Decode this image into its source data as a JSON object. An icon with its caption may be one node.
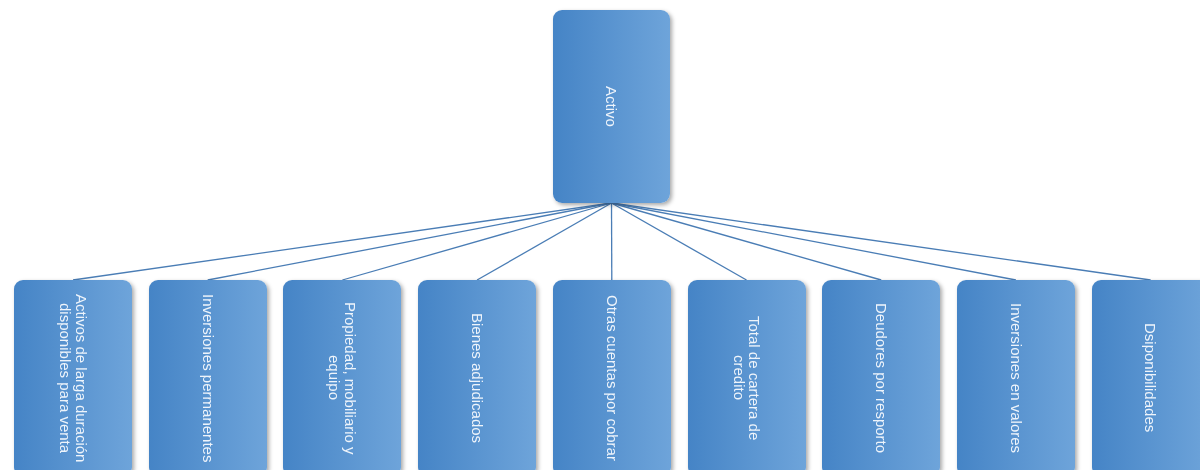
{
  "diagram": {
    "nodes": [
      {
        "text": [
          "Activo"
        ]
      },
      {
        "text": [
          "Activos de larga duración disponibles para venta"
        ]
      },
      {
        "text": [
          "Inversiones permanentes"
        ]
      },
      {
        "text": [
          "Propiedad, mobiliario y equipo"
        ]
      },
      {
        "text": [
          "Bienes adjudicados"
        ]
      },
      {
        "text": [
          "Otras cuentas por cobrar"
        ]
      },
      {
        "text": [
          "Total de cartera de credito"
        ]
      },
      {
        "text": [
          "Deudores por resporto"
        ]
      },
      {
        "text": [
          "Inversiones en valores"
        ]
      },
      {
        "text": [
          "Dsiponibilidades"
        ]
      }
    ],
    "edges": [
      {
        "from": 0,
        "to": 1,
        "arrow": "none"
      },
      {
        "from": 0,
        "to": 2,
        "arrow": "none"
      },
      {
        "from": 0,
        "to": 3,
        "arrow": "none"
      },
      {
        "from": 0,
        "to": 4,
        "arrow": "none"
      },
      {
        "from": 0,
        "to": 5,
        "arrow": "none"
      },
      {
        "from": 0,
        "to": 6,
        "arrow": "none"
      },
      {
        "from": 0,
        "to": 7,
        "arrow": "none"
      },
      {
        "from": 0,
        "to": 8,
        "arrow": "none"
      },
      {
        "from": 0,
        "to": 9,
        "arrow": "none"
      }
    ]
  }
}
